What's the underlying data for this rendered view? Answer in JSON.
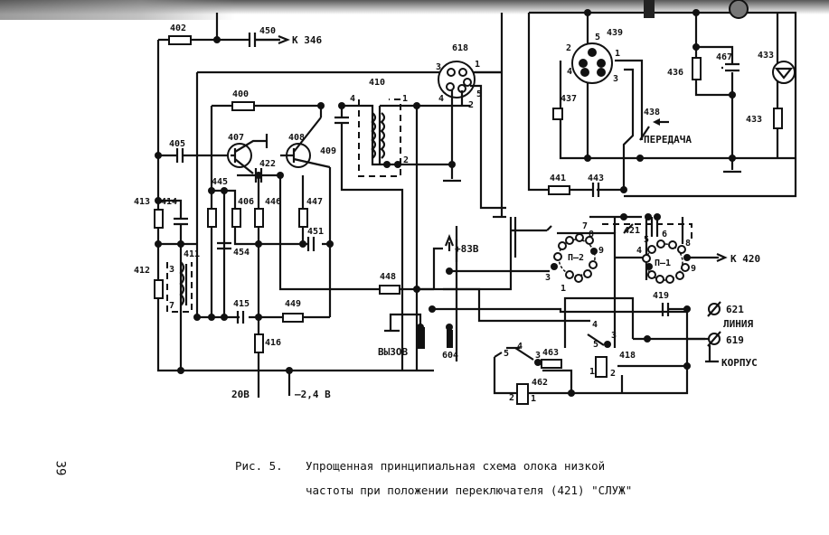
{
  "figure": {
    "caption_number": "Рис. 5.",
    "caption_line1": "Упрощенная принципиальная схема олока низкой",
    "caption_line2": "частоты при положении переключателя (421) \"СЛУЖ\"",
    "page_number": "39"
  },
  "components": {
    "r402": "402",
    "c450": "450",
    "k346": "К 346",
    "conn618": "618",
    "r400": "400",
    "tr410": "410",
    "c405": "405",
    "q407": "407",
    "q408": "408",
    "c409": "409",
    "c422": "422",
    "r413": "413",
    "c414": "414",
    "r445": "445",
    "r406": "406",
    "r446": "446",
    "r447": "447",
    "c451": "451",
    "c454": "454",
    "r412": "412",
    "l411": "411",
    "c415": "415",
    "r449": "449",
    "r416": "416",
    "r448": "448",
    "conn439": "439",
    "ph437": "437",
    "sw438": "438",
    "c467": "467",
    "r436": "436",
    "lamp433": "433",
    "r433": "433",
    "r441": "441",
    "c443": "443",
    "sw421": "421",
    "p2": "П–2",
    "p1": "П–1",
    "k420": "К 420",
    "c419": "419",
    "t621": "621",
    "t619": "619",
    "rel418": "418",
    "rel462": "462",
    "r463": "463",
    "sw604": "604"
  },
  "labels": {
    "peredacha": "ПЕРЕДАЧА",
    "liniya": "ЛИНИЯ",
    "korpus": "КОРПУС",
    "vyzov": "ВЫЗОВ",
    "v83": "+83В",
    "v20": "20В",
    "vm24": "–2,4 В"
  },
  "pins": {
    "p618": [
      "3",
      "1",
      "4",
      "5",
      "2"
    ],
    "p410": [
      "4",
      "1",
      "2"
    ],
    "p439": [
      "5",
      "2",
      "1",
      "4",
      "3"
    ],
    "p411": [
      "3",
      "7"
    ],
    "p2": [
      "7",
      "8",
      "9",
      "3",
      "1"
    ],
    "p1": [
      "5",
      "6",
      "8",
      "4",
      "9"
    ],
    "sw418c": [
      "4",
      "5",
      "3"
    ],
    "sw463c": [
      "5",
      "4",
      "3"
    ],
    "rel418": [
      "1",
      "2"
    ],
    "rel462": [
      "2",
      "1"
    ]
  }
}
